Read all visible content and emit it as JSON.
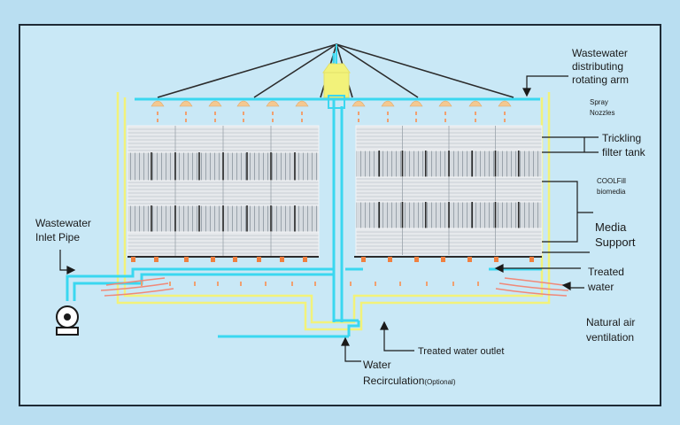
{
  "labels": {
    "arm_line1": "Wastewater",
    "arm_line2": "distributing",
    "arm_line3": "rotating arm",
    "spray_line1": "Spray",
    "spray_line2": "Nozzles",
    "tank_line1": "Trickling",
    "tank_line2": "filter tank",
    "media_line1": "COOLFill",
    "media_line2": "biomedia",
    "support_line1": "Media",
    "support_line2": "Support",
    "treated_line1": "Treated",
    "treated_line2": "water",
    "air_line1": "Natural air",
    "air_line2": "ventilation",
    "inlet_line1": "Wastewater",
    "inlet_line2": "Inlet Pipe",
    "outlet": "Treated water outlet",
    "recirc_line1": "Water",
    "recirc_line2": "Recirculation",
    "recirc_optional": "(Optional)"
  },
  "colors": {
    "background": "#b9def1",
    "panel": "#c9e8f6",
    "tank_wall": "#f2f27a",
    "pipe": "#3ad7f0",
    "arm": "#2b2b2b",
    "media": "#e4e7ea",
    "nozzle": "#f4c890",
    "drop": "#f0a070",
    "air": "#f08878",
    "label": "#1a1a1a"
  },
  "icons": {
    "pump": "pump-icon"
  }
}
